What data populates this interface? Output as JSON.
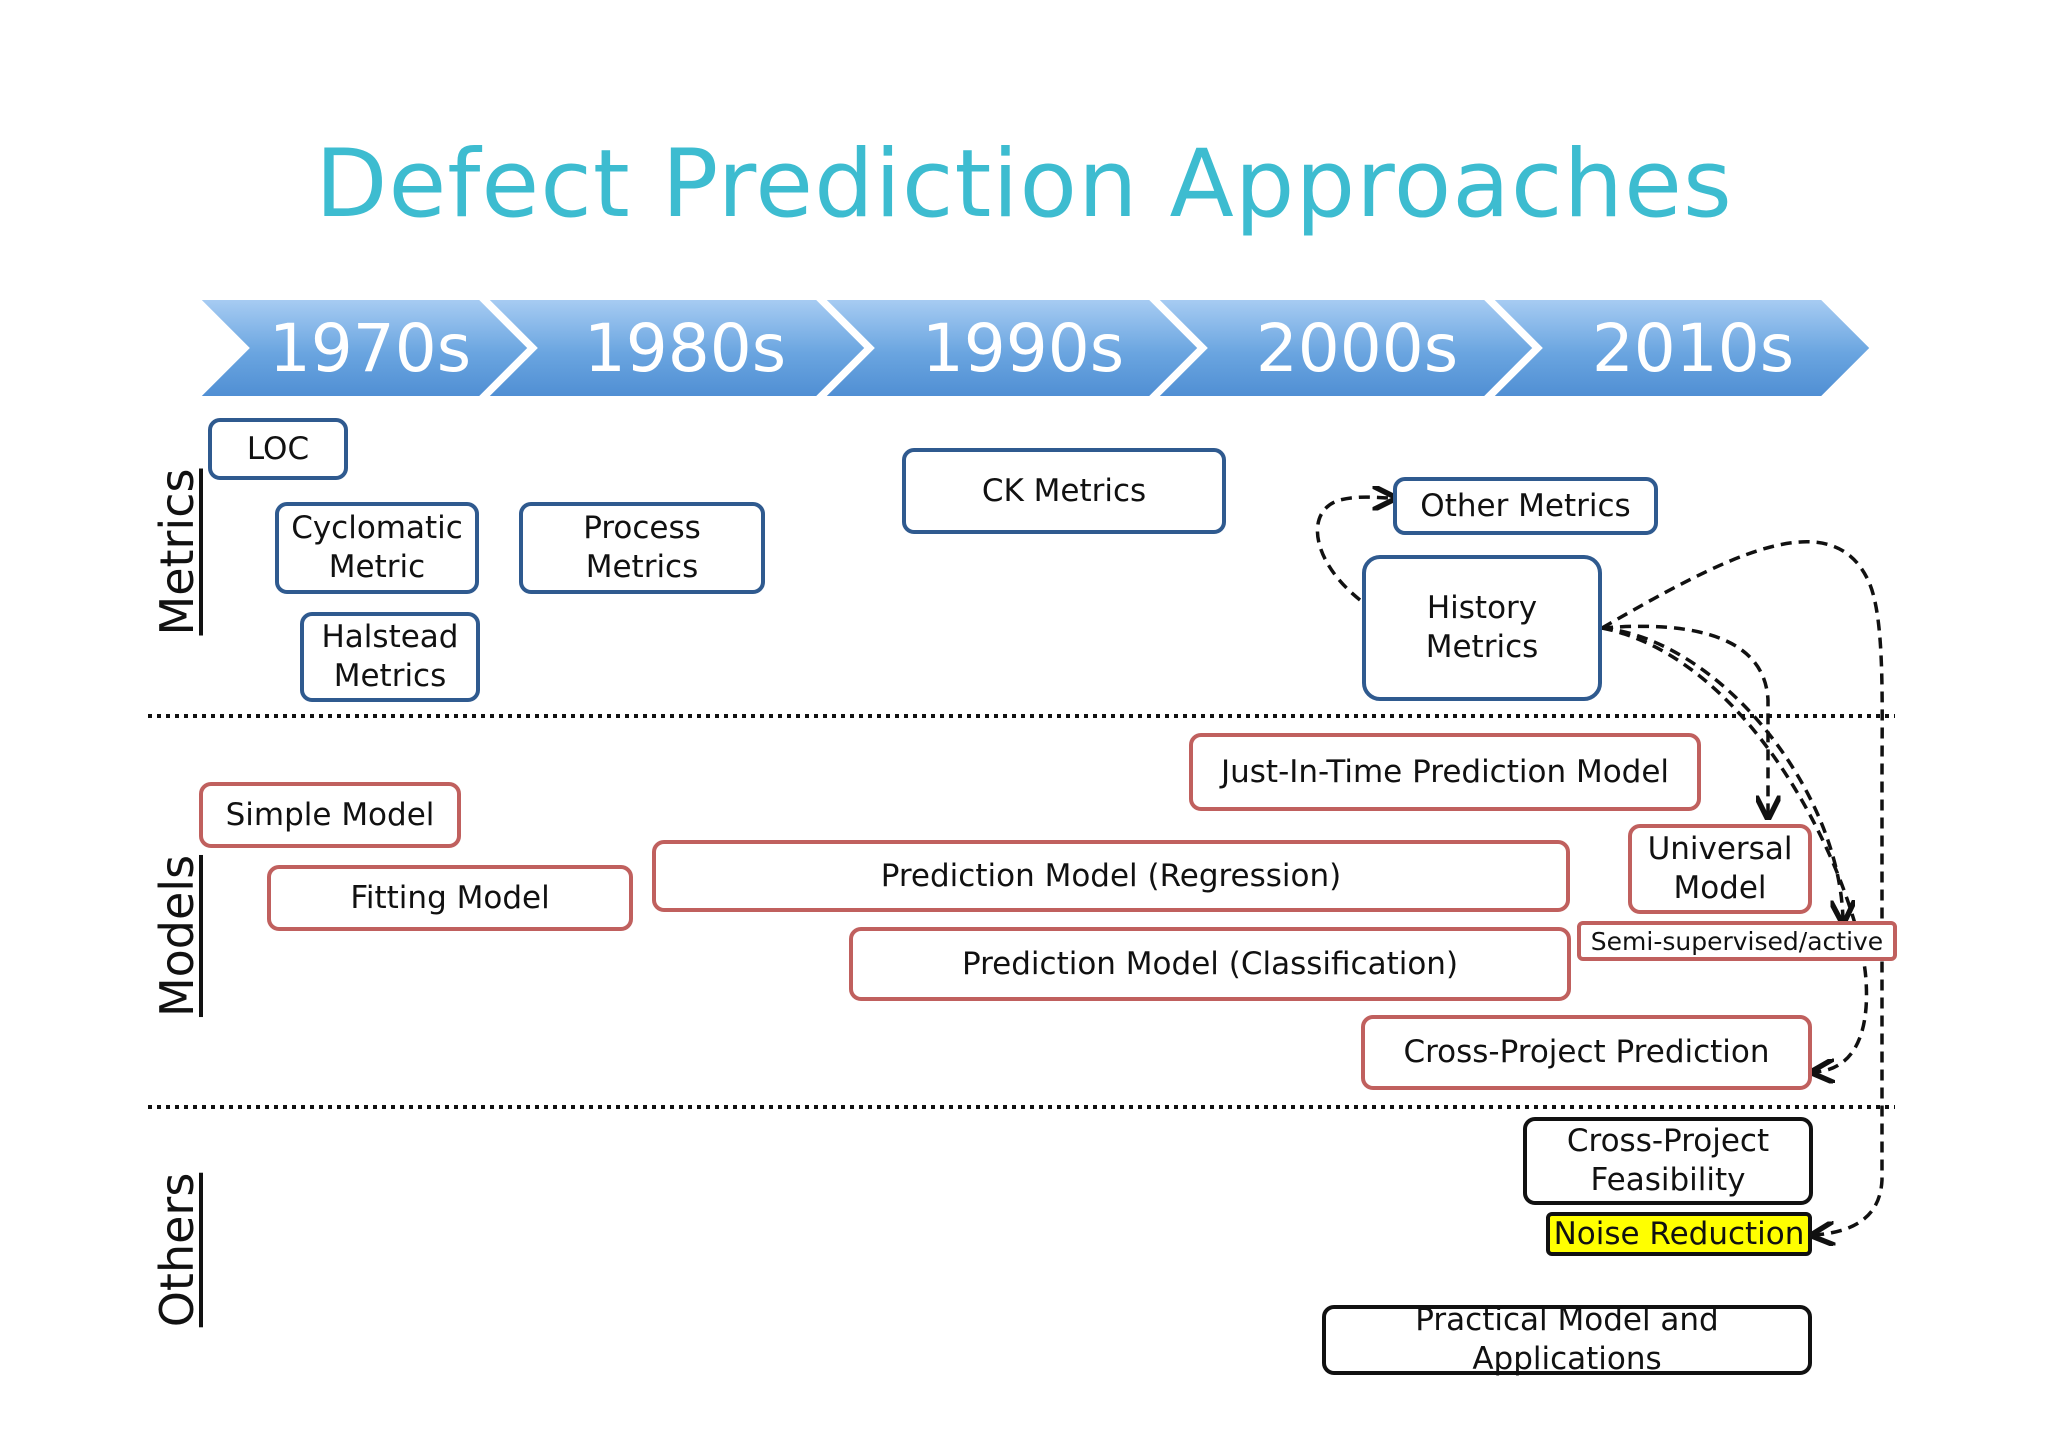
{
  "title": "Defect Prediction Approaches",
  "timeline": [
    "1970s",
    "1980s",
    "1990s",
    "2000s",
    "2010s"
  ],
  "rows": {
    "metrics": "Metrics",
    "models": "Models",
    "others": "Others"
  },
  "metrics": {
    "loc": "LOC",
    "cyclomatic": "Cyclomatic\nMetric",
    "halstead": "Halstead\nMetrics",
    "process": "Process\nMetrics",
    "ck": "CK Metrics",
    "other": "Other Metrics",
    "history": "History\nMetrics"
  },
  "models": {
    "jit": "Just-In-Time Prediction Model",
    "simple": "Simple Model",
    "fitting": "Fitting Model",
    "regression": "Prediction Model (Regression)",
    "classification": "Prediction Model (Classification)",
    "universal": "Universal\nModel",
    "semi": "Semi-supervised/active",
    "cross_project": "Cross-Project Prediction"
  },
  "others": {
    "feasibility": "Cross-Project\nFeasibility",
    "noise": "Noise Reduction",
    "practical": "Practical Model and Applications"
  },
  "colors": {
    "title": "#3dbcd0",
    "metric_border": "#2f5a8f",
    "model_border": "#c0605e",
    "other_border": "#111111",
    "highlight": "#ffff00",
    "timeline_fill": "#5f9ad8"
  }
}
